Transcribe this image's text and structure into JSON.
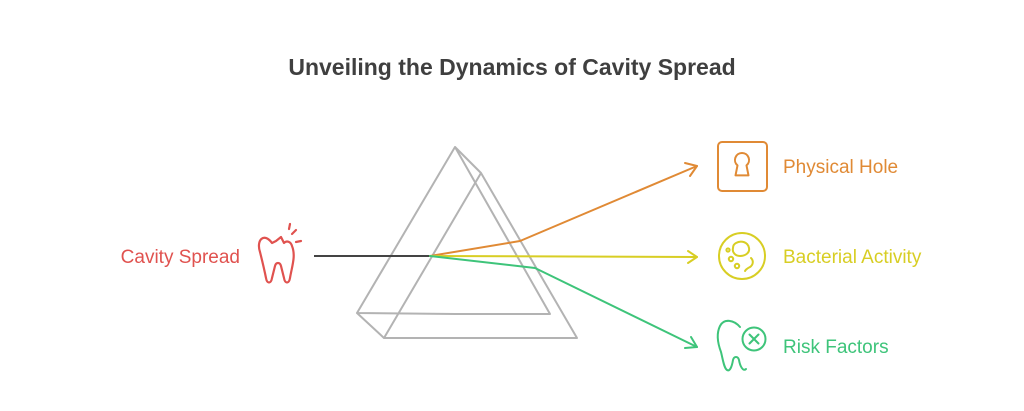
{
  "title": "Unveiling the Dynamics of Cavity Spread",
  "source": {
    "label": "Cavity Spread",
    "icon": "broken-tooth-icon",
    "color": "#e0524f"
  },
  "outputs": [
    {
      "label": "Physical Hole",
      "icon": "keyhole-icon",
      "color": "#e08a35"
    },
    {
      "label": "Bacterial Activity",
      "icon": "bacteria-icon",
      "color": "#d8ce24"
    },
    {
      "label": "Risk Factors",
      "icon": "tooth-x-icon",
      "color": "#3ec47a"
    }
  ],
  "colors": {
    "title": "#3f3f3f",
    "prism": "#b3b3b3",
    "input_beam": "#444444"
  }
}
